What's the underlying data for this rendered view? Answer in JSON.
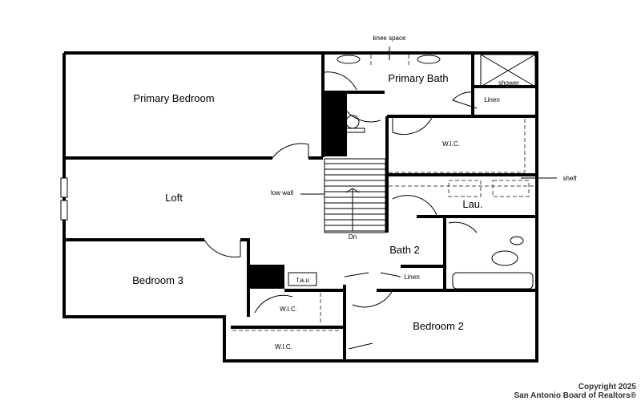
{
  "rooms": {
    "primary_bedroom": "Primary Bedroom",
    "primary_bath": "Primary Bath",
    "loft": "Loft",
    "bedroom_3": "Bedroom 3",
    "bedroom_2": "Bedroom 2",
    "bath_2": "Bath 2",
    "laundry": "Lau.",
    "wic_primary": "W.I.C.",
    "wic_1": "W.I.C.",
    "wic_2": "W.I.C.",
    "linen_1": "Linen",
    "linen_2": "Linen"
  },
  "labels": {
    "knee_space": "knee space",
    "shower": "shower",
    "shelf": "shelf",
    "low_wall": "low wall",
    "down": "Dn",
    "fau": "f.a.u"
  },
  "copyright": {
    "line1": "Copyright 2025",
    "line2": "San Antonio Board of Realtors®"
  }
}
